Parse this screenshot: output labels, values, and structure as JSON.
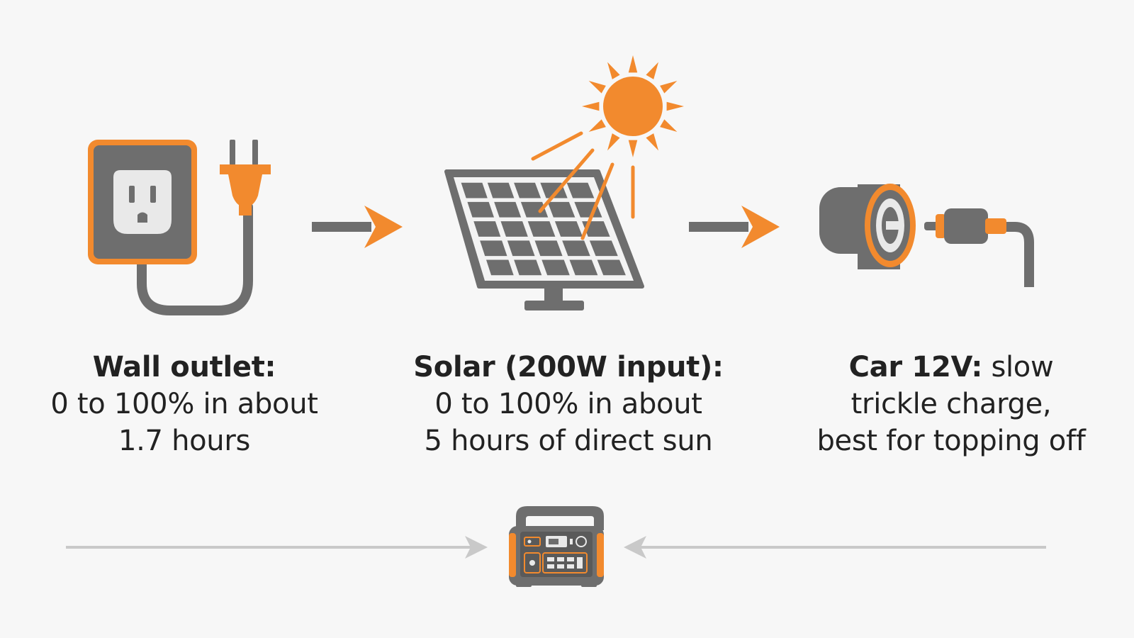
{
  "colors": {
    "accent": "#f28a2e",
    "icon_gray": "#6e6e6e",
    "outlet_face": "#e9e9e9",
    "guide_line": "#c9c9c9",
    "background": "#f7f7f7",
    "text": "#222222"
  },
  "sources": [
    {
      "id": "wall",
      "icon": "wall-outlet-plug-icon",
      "title": "Wall outlet:",
      "lines": [
        "0 to 100% in about",
        "1.7 hours"
      ]
    },
    {
      "id": "solar",
      "icon": "solar-panel-sun-icon",
      "title": "Solar (200W input):",
      "lines": [
        "0 to 100% in about",
        "5 hours of direct sun"
      ]
    },
    {
      "id": "car",
      "icon": "car-12v-charger-icon",
      "title": "Car 12V:",
      "title_rest": " slow",
      "lines": [
        "trickle charge,",
        "best for topping off"
      ]
    }
  ],
  "target_icon": "portable-power-station-icon"
}
